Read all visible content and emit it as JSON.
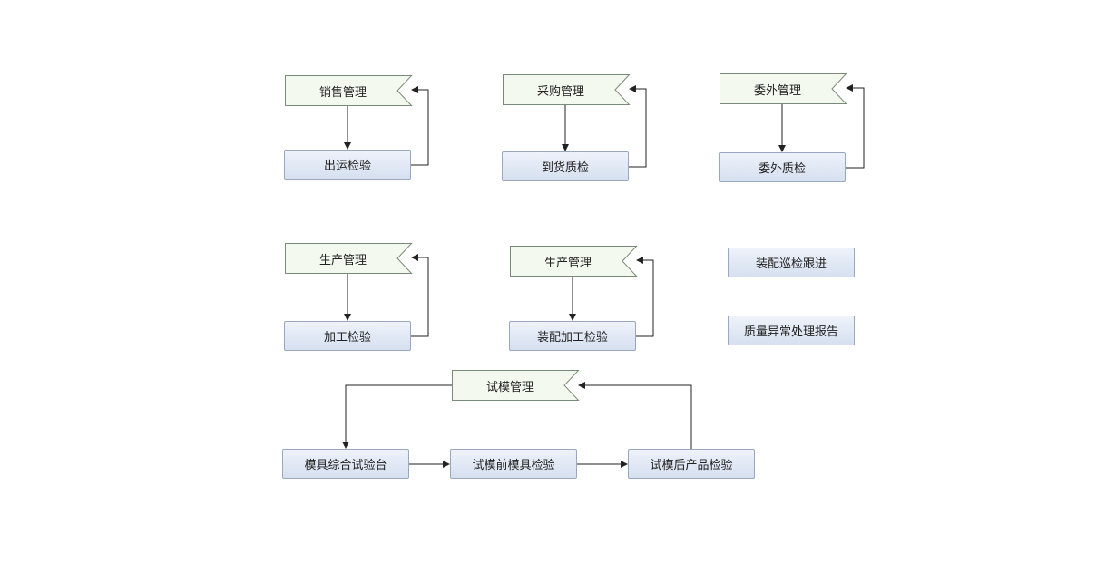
{
  "nodes": {
    "sales": "销售管理",
    "shipping_check": "出运检验",
    "purchase": "采购管理",
    "arrival_qc": "到货质检",
    "outsource": "委外管理",
    "outsource_qc": "委外质检",
    "production_a": "生产管理",
    "processing_check": "加工检验",
    "production_b": "生产管理",
    "assembly_processing_check": "装配加工检验",
    "assembly_patrol": "装配巡检跟进",
    "quality_exception_report": "质量异常处理报告",
    "trial_mold": "试模管理",
    "mold_test_bench": "模具综合试验台",
    "pre_trial_mold_check": "试模前模具检验",
    "post_trial_product_check": "试模后产品检验"
  },
  "colors": {
    "main_fill": "#f3f9ef",
    "main_stroke": "#7a8a78",
    "sub_fill": "#dde5f3",
    "sub_stroke": "#9aa8bf",
    "edge": "#222222"
  }
}
